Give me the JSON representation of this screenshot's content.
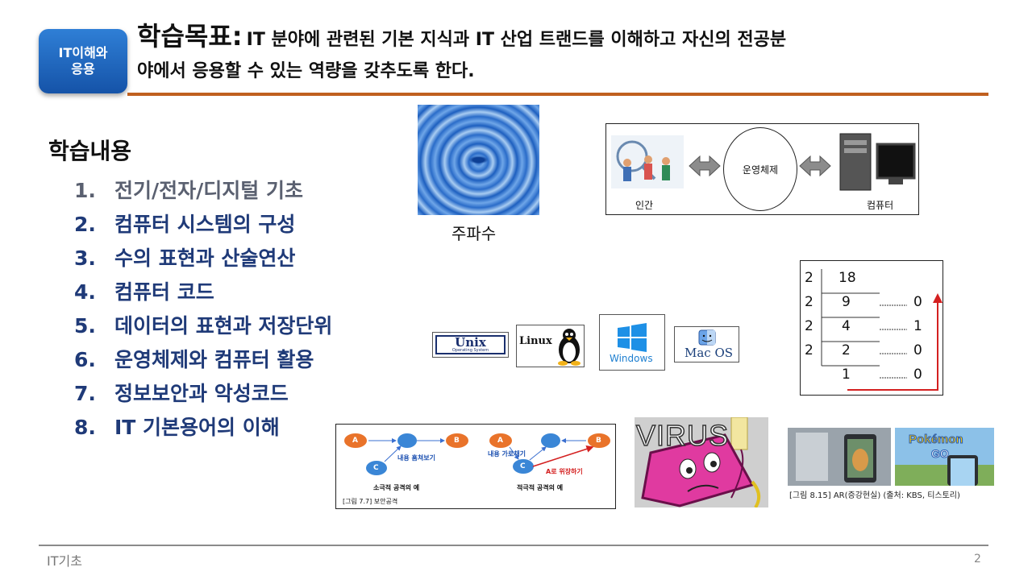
{
  "badge": {
    "line1": "IT이해와",
    "line2": "응용"
  },
  "title": {
    "label": "학습목표:",
    "text_line1": "IT 분야에 관련된 기본 지식과 IT 산업 트랜드를 이해하고 자신의 전공분",
    "text_line2": "야에서 응용할 수 있는 역량을 갖추도록 한다."
  },
  "content": {
    "heading": "학습내용",
    "items": [
      {
        "num": "1.",
        "label": "전기/전자/디지털 기초"
      },
      {
        "num": "2.",
        "label": "컴퓨터 시스템의 구성"
      },
      {
        "num": "3.",
        "label": "수의 표현과 산술연산"
      },
      {
        "num": "4.",
        "label": "컴퓨터 코드"
      },
      {
        "num": "5.",
        "label": "데이터의 표현과 저장단위"
      },
      {
        "num": "6.",
        "label": "운영체제와 컴퓨터 활용"
      },
      {
        "num": "7.",
        "label": "정보보안과 악성코드"
      },
      {
        "num": "8.",
        "label": "IT 기본용어의 이해"
      }
    ]
  },
  "figures": {
    "water_caption": "주파수",
    "os_diagram": {
      "center": "운영체제",
      "left": "인간",
      "right": "컴퓨터"
    },
    "binary": {
      "rows": [
        {
          "d": "2",
          "q": "18",
          "r": ""
        },
        {
          "d": "2",
          "q": "9",
          "r": "0"
        },
        {
          "d": "2",
          "q": "4",
          "r": "1"
        },
        {
          "d": "2",
          "q": "2",
          "r": "0"
        },
        {
          "d": "",
          "q": "1",
          "r": "0"
        }
      ]
    },
    "logos": {
      "unix": "Unix",
      "unix_sub": "Operating System",
      "linux": "Linux",
      "windows": "Windows",
      "macos": "Mac OS"
    },
    "attack": {
      "node_a": "A",
      "node_b": "B",
      "node_c": "C",
      "passive_action": "내용 훔쳐보기",
      "passive_title": "소극적 공격의 예",
      "active_action": "내용 가로채기",
      "active_spoof": "A로 위장하기",
      "active_title": "적극적 공격의 예",
      "caption": "[그림 7.7] 보안공격"
    },
    "virus_text": "VIRUS",
    "ar": {
      "caption": "[그림 8.15] AR(증강현실) (출처: KBS, 티스토리)",
      "pokemon": "Pokémon",
      "go": "GO"
    }
  },
  "footer": {
    "left": "IT기초",
    "page": "2"
  },
  "colors": {
    "badge": "#1553a8",
    "rule": "#c0601f",
    "list": "#1f3a78",
    "arrow": "#d42020",
    "node": "#e9732a",
    "node_blue": "#3a86d6"
  }
}
